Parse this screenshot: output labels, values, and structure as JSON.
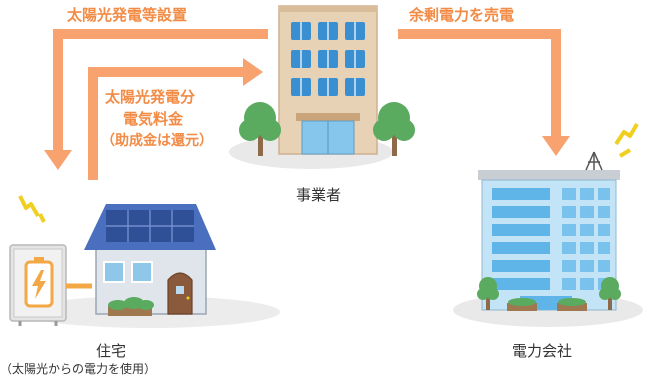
{
  "flows": {
    "install_label": "太陽光発電等設置",
    "surplus_label": "余剰電力を売電",
    "fee_label_line1": "太陽光発電分",
    "fee_label_line2": "電気料金",
    "fee_label_line3": "（助成金は還元）"
  },
  "nodes": {
    "operator_label": "事業者",
    "home_label": "住宅",
    "home_sublabel": "（太陽光からの電力を使用）",
    "utility_label": "電力会社"
  },
  "colors": {
    "arrow": "#f7a26f",
    "label": "#f28b45",
    "building_tan": "#e8d2b6",
    "glass": "#86c6ec",
    "tree": "#5aaa5f",
    "ground": "#e9e9e9"
  }
}
